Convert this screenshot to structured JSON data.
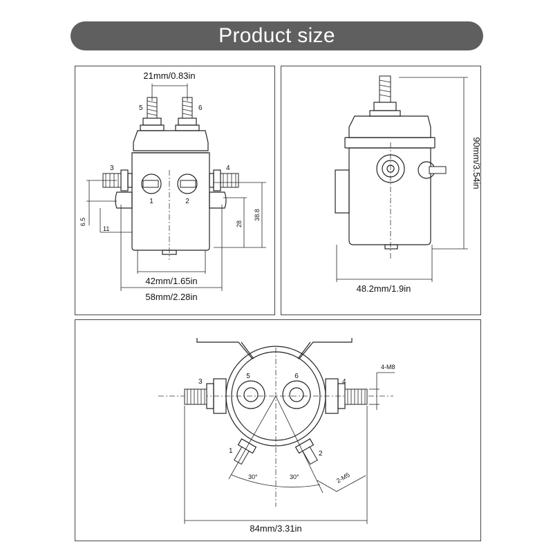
{
  "banner": {
    "title": "Product size"
  },
  "front_view": {
    "dim_terminal_spacing": "21mm/0.83in",
    "dim_mount_inner": "42mm/1.65in",
    "dim_mount_outer": "58mm/2.28in",
    "dim_6_5": "6.5",
    "dim_11": "11",
    "dim_28": "28",
    "dim_38_8": "38.8",
    "terminal_labels": [
      "5",
      "6",
      "3",
      "4",
      "1",
      "2"
    ]
  },
  "side_view": {
    "dim_height": "90mm/3.54in",
    "dim_width": "48.2mm/1.9in"
  },
  "top_view": {
    "terminal_labels": [
      "3",
      "5",
      "6",
      "4",
      "1",
      "2"
    ],
    "dim_thread_main": "4-M8",
    "dim_thread_small": "2-M5",
    "angle_left": "30°",
    "angle_right": "30°",
    "dim_width": "84mm/3.31in"
  },
  "colors": {
    "banner_bg": "#5f5f5f",
    "banner_text": "#ffffff",
    "line": "#222222"
  }
}
